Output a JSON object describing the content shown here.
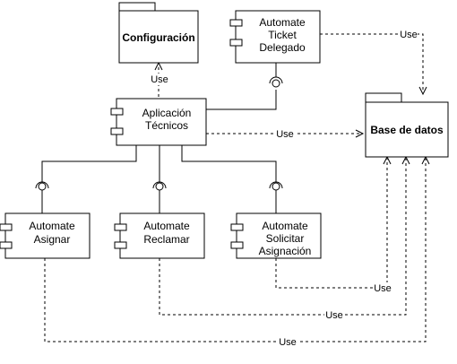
{
  "packages": {
    "configuracion": "Configuración",
    "base_datos": "Base de datos"
  },
  "components": {
    "aplicacion": [
      "Aplicación",
      "Técnicos"
    ],
    "ticket_delegado": [
      "Automate",
      "Ticket",
      "Delegado"
    ],
    "asignar": [
      "Automate",
      "Asignar"
    ],
    "reclamar": [
      "Automate",
      "Reclamar"
    ],
    "solicitar": [
      "Automate",
      "Solicitar",
      "Asignación"
    ]
  },
  "edges": {
    "use_config": "Use",
    "use_ticket": "Use",
    "use_app": "Use",
    "use_solicitar": "Use",
    "use_reclamar": "Use",
    "use_asignar": "Use"
  }
}
